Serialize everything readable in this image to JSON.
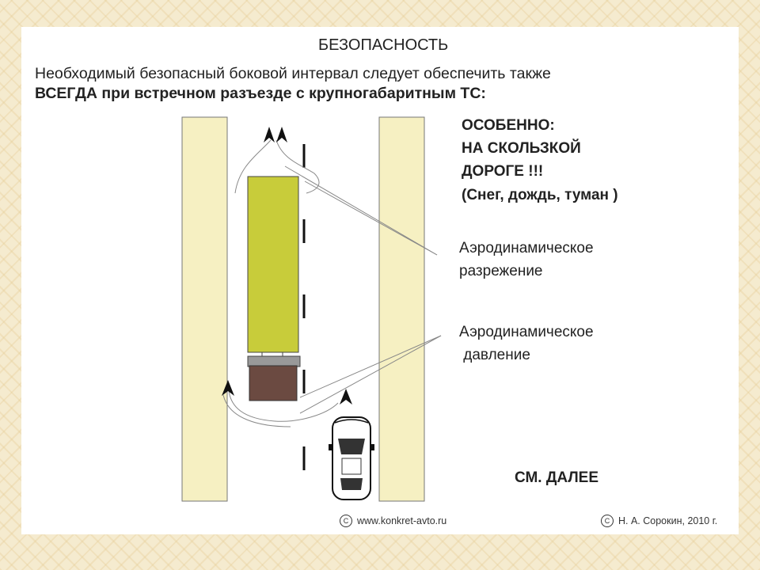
{
  "title": "БЕЗОПАСНОСТЬ",
  "intro_line1": "Необходимый безопасный боковой интервал следует обеспечить также",
  "intro_line2": "ВСЕГДА при встречном разъезде с крупногабаритным ТС:",
  "warning": {
    "line1": "ОСОБЕННО:",
    "line2": "НА СКОЛЬЗКОЙ",
    "line3": "ДОРОГЕ !!!",
    "line4": "(Снег, дождь, туман  )"
  },
  "label_rarefaction": {
    "line1": "Аэродинамическое",
    "line2": "разрежение"
  },
  "label_pressure": {
    "line1": "Аэродинамическое",
    "line2": " давление"
  },
  "see_more": "СМ. ДАЛЕЕ",
  "footer": {
    "copyright_symbol": "C",
    "website": "www.konkret-avto.ru",
    "author": "Н. А. Сорокин, 2010 г."
  },
  "colors": {
    "roadside": "#f6f0c2",
    "truck_trailer": "#c8cc3a",
    "truck_cab": "#6b4a41",
    "background": "#f5ebcf"
  }
}
